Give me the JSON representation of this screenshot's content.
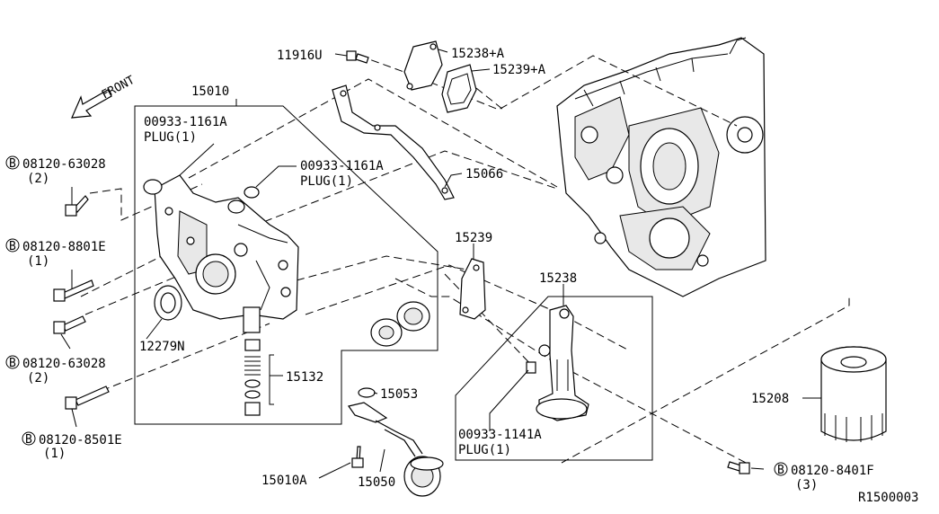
{
  "front": "FRONT",
  "ref_code": "R1500003",
  "labels": {
    "p15010": "15010",
    "p11916u": "11916U",
    "p15238a": "15238+A",
    "p15239a": "15239+A",
    "plug1_code": "00933-1161A",
    "plug1_name": "PLUG(1)",
    "plug2_code": "00933-1161A",
    "plug2_name": "PLUG(1)",
    "p15066": "15066",
    "p15239": "15239",
    "p15238": "15238",
    "p12279n": "12279N",
    "p15132": "15132",
    "p15053": "15053",
    "plug3_code": "00933-1141A",
    "plug3_name": "PLUG(1)",
    "p15208": "15208",
    "p15010a": "15010A",
    "p15050": "15050"
  },
  "bolts": {
    "b1_code": "08120-63028",
    "b1_qty": "(2)",
    "b2_code": "08120-8801E",
    "b2_qty": "(1)",
    "b3_code": "08120-63028",
    "b3_qty": "(2)",
    "b4_code": "08120-8501E",
    "b4_qty": "(1)",
    "b5_code": "08120-8401F",
    "b5_qty": "(3)",
    "marker": "B"
  }
}
